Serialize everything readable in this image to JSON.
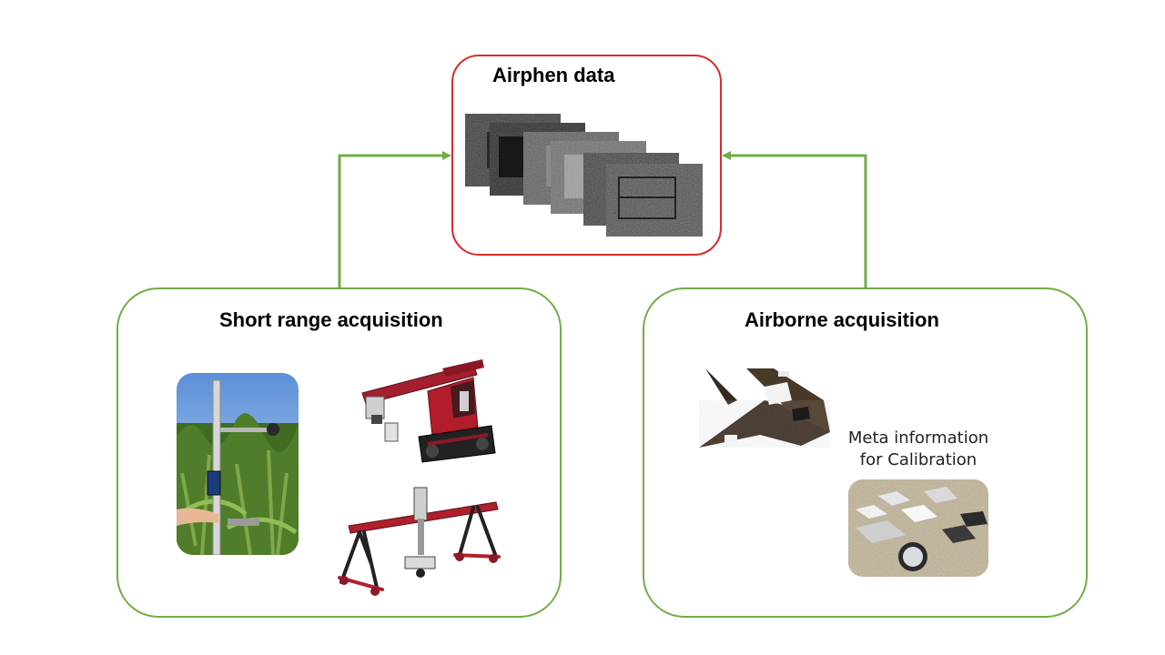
{
  "airphen": {
    "title": "Airphen data"
  },
  "short_range": {
    "title": "Short range acquisition"
  },
  "airborne": {
    "title": "Airborne acquisition",
    "meta_line1": "Meta information",
    "meta_line2": "for Calibration"
  },
  "colors": {
    "airphen_border": "#d92b2b",
    "group_border": "#70ad47",
    "arrow": "#70ad47"
  },
  "icons": {
    "airphen_images": "stacked-multispectral-frames-icon",
    "pole_photo": "handheld-pole-sensor-photo",
    "tracked_robot": "tracked-robot-crane-icon",
    "gantry_robot": "gantry-phenotyping-robot-icon",
    "drone": "fixed-wing-drone-icon",
    "calibration_panels": "calibration-panels-photo"
  }
}
